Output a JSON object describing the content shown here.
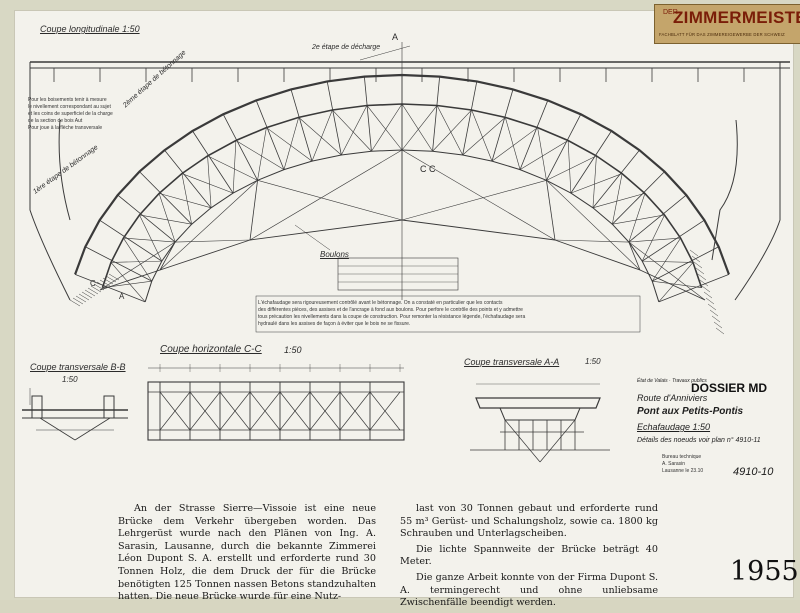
{
  "logo": {
    "mini": "DER",
    "word": "ZIMMERMEISTER",
    "tagline": "FACHBLATT FÜR DAS ZIMMEREIGEWERBE DER SCHWEIZ"
  },
  "drawing": {
    "labels": {
      "coupe_longitudinale": "Coupe longitudinale 1:50",
      "etape_decharge": "2e étape de décharge",
      "etape_bottom": "1ère étape de bétonnage",
      "etape_left": "2ème étape de bétonnage",
      "a_top": "A",
      "cc_mid": "C     C",
      "a_left": "A",
      "c_left": "C",
      "boulons": "Boulons",
      "coupe_bb": "Coupe transversale B-B",
      "coupe_bb_scale": "1:50",
      "coupe_cc": "Coupe horizontale C-C",
      "coupe_cc_scale": "1:50",
      "coupe_aa": "Coupe transversale A-A",
      "coupe_aa_scale": "1:50"
    },
    "notes": {
      "left_note": "Pour les boisements tenir à mesure\nle nivellement correspondant au sujet\net les coins de superficiel de la charge\nde la section de bois Aut\nPour joue à la flèche transversale",
      "bottom_note": "L'échafaudage sera rigoureusement contrôlé avant le bétonnage. On a constaté en particulier que les contacts\ndes différentes pièces, des assises et de l'ancrage à fond aux boulons. Pour perfore le contrôle des points et y admettre\ntous précaution les nivellements dans la coupe de construction. Pour remonter la résistance légende, l'échafaudage sera\nhydraulé dans les assises de façon à éviter que le bois ne se fissure."
    },
    "title_block": {
      "dossier": "DOSSIER MD",
      "header_small": "État de Valais · Travaux publics",
      "route": "Route d'Anniviers",
      "project": "Pont aux Petits-Pontis",
      "subject": "Echafaudage 1:50",
      "details": "Détails des noeuds voir plan n° 4910-11",
      "office": "Bureau technique\nA. Sarasin\nLausanne le 23.10",
      "drawing_number": "4910-10"
    }
  },
  "article": {
    "col1": [
      "An der Strasse Sierre—Vissoie ist eine neue Brücke dem Verkehr übergeben worden. Das Lehrgerüst wurde nach den Plänen von Ing. A. Sarasin, Lausanne, durch die bekannte Zimmerei Léon Dupont S. A. erstellt und erforderte rund 30 Tonnen Holz, die dem Druck der für die Brücke benötigten 125 Tonnen nassen Betons standzuhalten hatten. Die neue Brücke wurde für eine Nutz-"
    ],
    "col2": [
      "last von 30 Tonnen gebaut und erforderte rund 55 m³ Gerüst- und Schalungsholz, sowie ca. 1800 kg Schrauben und Unterlagscheiben.",
      "Die lichte Spannweite der Brücke beträgt 40 Meter.",
      "Die ganze Arbeit konnte von der Firma Dupont S. A. termingerecht und ohne unliebsame Zwischenfälle beendigt werden."
    ]
  },
  "year": "1955"
}
